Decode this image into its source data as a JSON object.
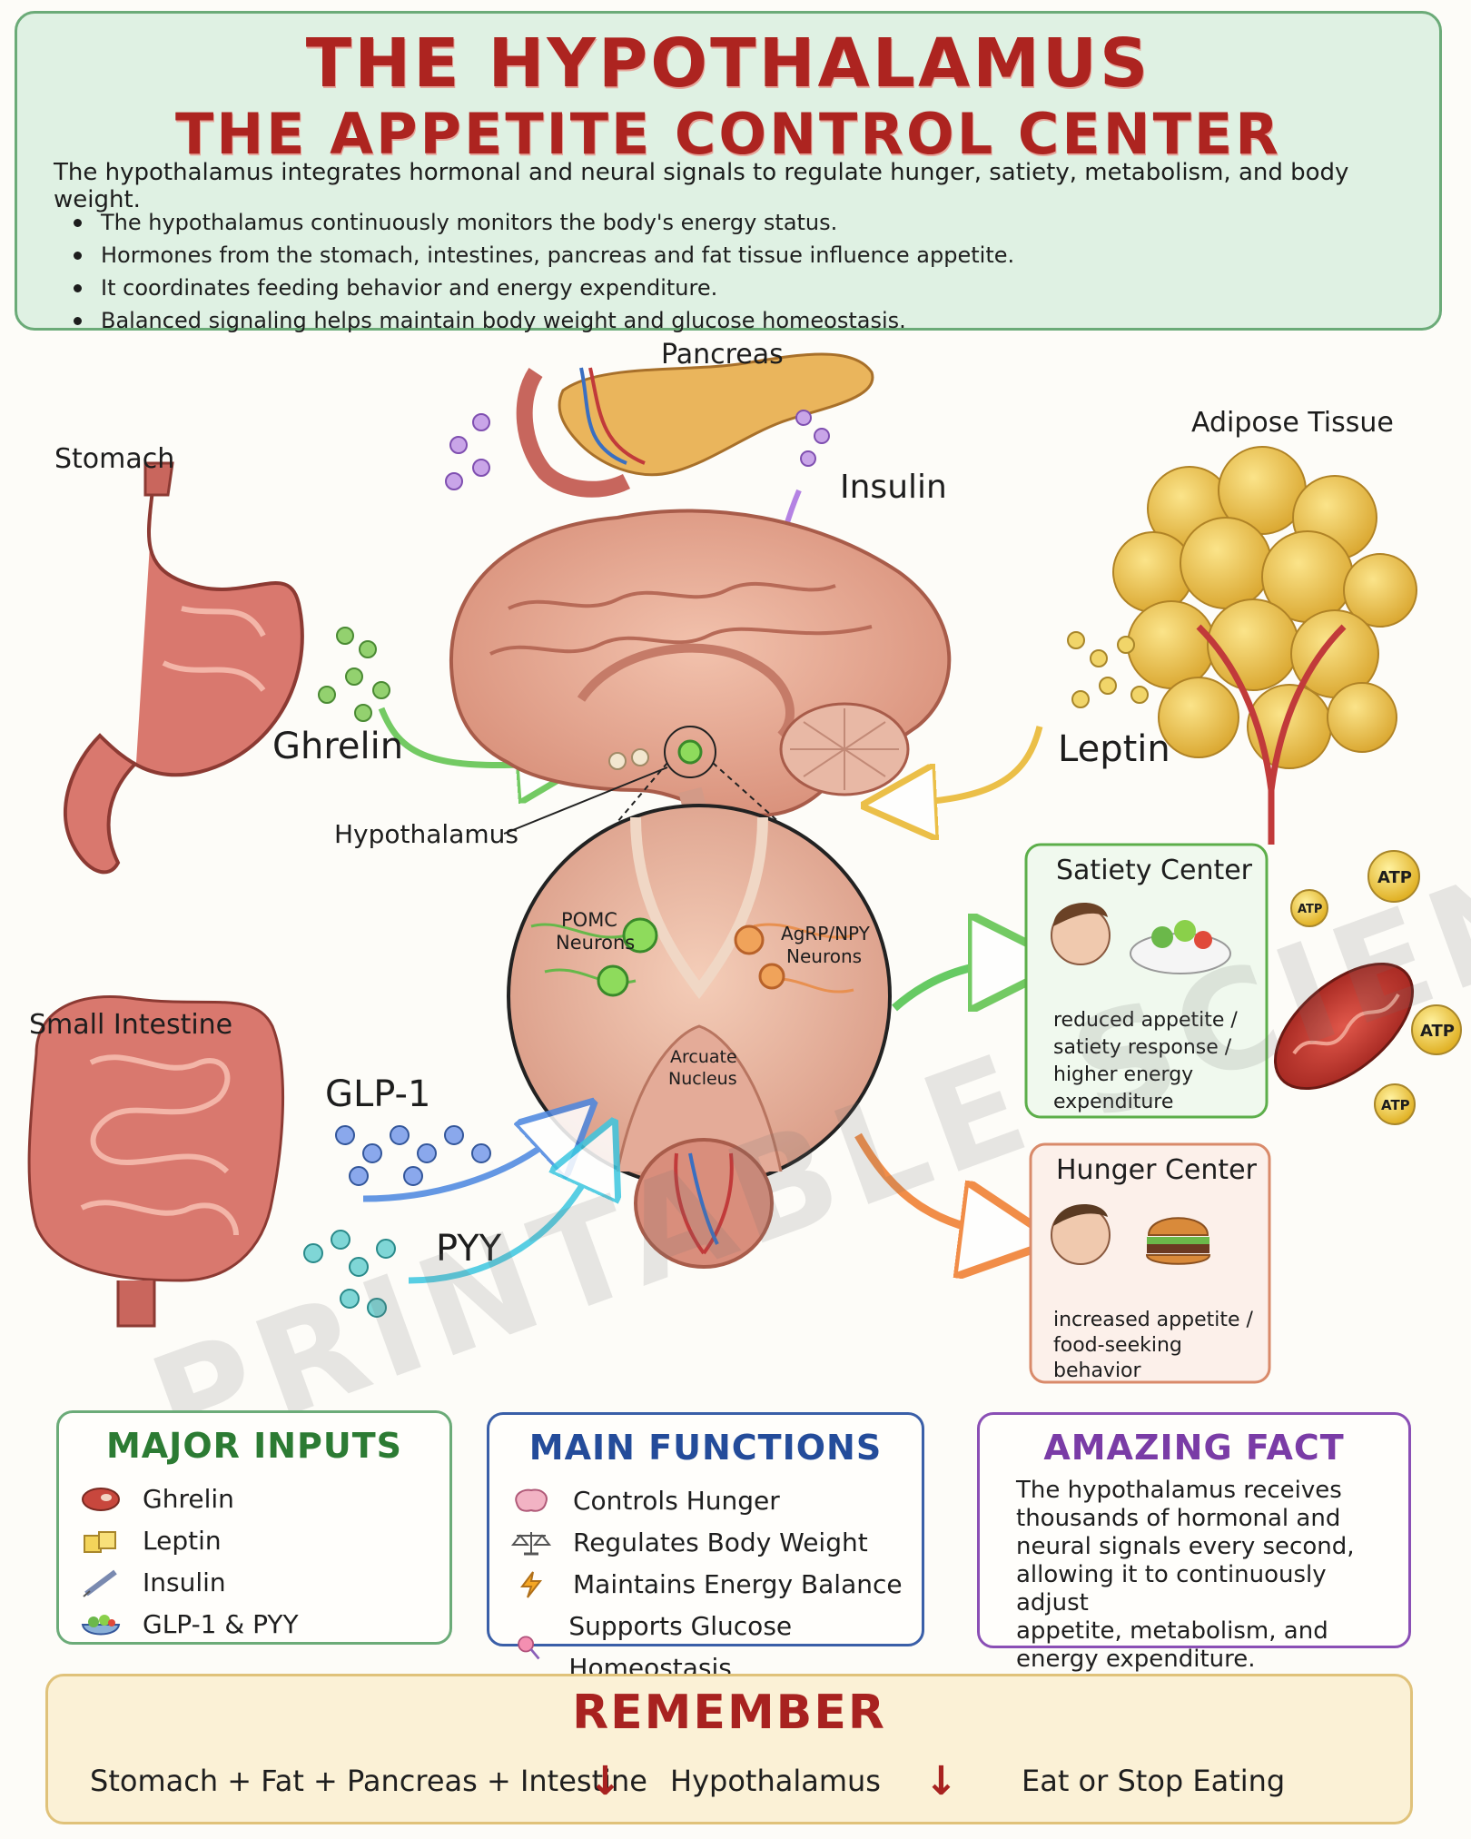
{
  "header": {
    "title_line1": "THE HYPOTHALAMUS",
    "title_line2": "THE APPETITE CONTROL CENTER",
    "intro": "The hypothalamus integrates hormonal and neural signals to regulate hunger, satiety, metabolism, and body weight.",
    "bullets": [
      "The hypothalamus continuously monitors the body's energy status.",
      "Hormones from the stomach, intestines, pancreas and fat tissue influence appetite.",
      "It coordinates feeding behavior and energy expenditure.",
      "Balanced signaling helps maintain body weight and glucose homeostasis."
    ]
  },
  "diagram": {
    "organs": {
      "stomach": "Stomach",
      "pancreas": "Pancreas",
      "adipose": "Adipose Tissue",
      "intestine": "Small Intestine"
    },
    "hormones": {
      "ghrelin": "Ghrelin",
      "insulin": "Insulin",
      "leptin": "Leptin",
      "glp1": "GLP-1",
      "pyy": "PYY"
    },
    "hypothalamus_label": "Hypothalamus",
    "zoom": {
      "pomc_line1": "POMC",
      "pomc_line2": "Neurons",
      "agrp_line1": "AgRP/NPY",
      "agrp_line2": "Neurons",
      "arcuate_line1": "Arcuate",
      "arcuate_line2": "Nucleus"
    },
    "satiety": {
      "title": "Satiety Center",
      "lines": [
        "reduced appetite /",
        "satiety response /",
        "higher energy",
        "expenditure"
      ]
    },
    "hunger": {
      "title": "Hunger Center",
      "lines": [
        "increased appetite /",
        "food-seeking",
        "behavior"
      ]
    },
    "atp_label": "ATP",
    "colors": {
      "ghrelin": "#5cc24a",
      "insulin": "#a86de0",
      "leptin": "#e8b52a",
      "glp1": "#4a86e0",
      "pyy": "#3cc6e0",
      "satiety_arrow": "#4cc24a",
      "hunger_arrow": "#f07a2a"
    }
  },
  "inputs": {
    "title": "MAJOR INPUTS",
    "items": [
      "Ghrelin",
      "Leptin",
      "Insulin",
      "GLP-1 & PYY"
    ]
  },
  "functions": {
    "title": "MAIN FUNCTIONS",
    "items": [
      "Controls Hunger",
      "Regulates Body Weight",
      "Maintains Energy Balance",
      "Supports Glucose Homeostasis"
    ]
  },
  "fact": {
    "title": "AMAZING FACT",
    "lines": [
      "The hypothalamus receives",
      "thousands of hormonal and",
      "neural signals every second,",
      "allowing it to continuously adjust",
      "appetite, metabolism, and",
      "energy expenditure."
    ]
  },
  "remember": {
    "title": "REMEMBER",
    "part1": "Stomach + Fat + Pancreas + Intestine",
    "arrow": "↓",
    "part2": "Hypothalamus",
    "part3": "Eat or Stop Eating"
  },
  "watermark": "PRINTABLE SCIENCE"
}
